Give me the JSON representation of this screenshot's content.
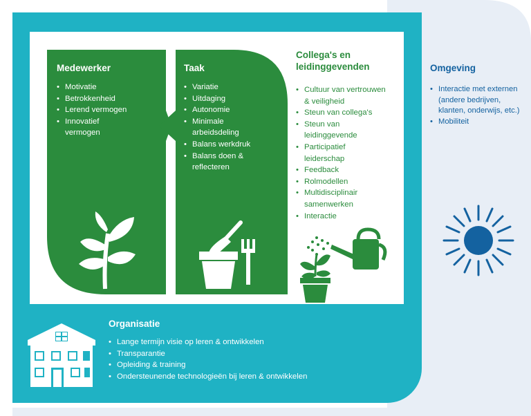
{
  "medewerker": {
    "title": "Medewerker",
    "items": [
      "Motivatie",
      "Betrokkenheid",
      "Lerend vermogen",
      "Innovatief vermogen"
    ]
  },
  "taak": {
    "title": "Taak",
    "items": [
      "Variatie",
      "Uitdaging",
      "Autonomie",
      "Minimale arbeidsdeling",
      "Balans werkdruk",
      "Balans doen & reflecteren"
    ]
  },
  "collega": {
    "title": "Collega's en leidinggevenden",
    "items": [
      "Cultuur van vertrouwen & veiligheid",
      "Steun van collega's",
      "Steun van leidinggevende",
      "Participatief leiderschap",
      "Feedback",
      "Rolmodellen",
      "Multidisciplinair samenwerken",
      "Interactie"
    ]
  },
  "omgeving": {
    "title": "Omgeving",
    "items": [
      "Interactie met externen (andere bedrijven, klanten, onderwijs, etc.)",
      "Mobiliteit"
    ]
  },
  "organisatie": {
    "title": "Organisatie",
    "items": [
      "Lange termijn visie op leren & ontwikkelen",
      "Transparantie",
      "Opleiding & training",
      "Ondersteunende technologieën bij leren & ontwikkelen"
    ]
  },
  "colors": {
    "green": "#2b8c3d",
    "teal": "#1fb2c4",
    "blue": "#1462a0",
    "light_background": "#e8eef6"
  },
  "icons": [
    "plant-icon",
    "trowel-icon",
    "flowerpot-icon",
    "rake-icon",
    "watering-can-icon",
    "potted-plant-icon",
    "sun-icon",
    "house-icon"
  ]
}
